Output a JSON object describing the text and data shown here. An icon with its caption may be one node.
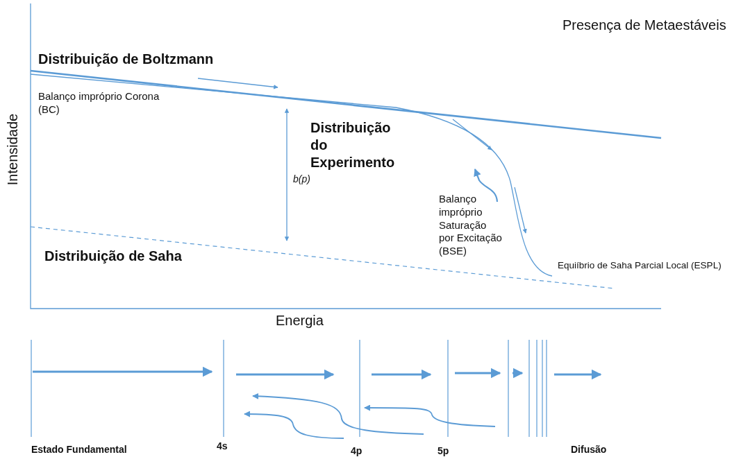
{
  "diagram": {
    "title": "Presença de Metaestáveis",
    "labels": [
      "Intensidade",
      "Distribuição de Boltzmann",
      "Balanço impróprio Corona (BC)",
      "Distribuição do Experimento",
      "b(p)",
      "Balanço impróprio Saturação por Excitação (BSE)",
      "Distribuição de Saha",
      "Equiíbrio de Saha Parcial Local (ESPL)",
      "Energia",
      "Estado Fundamental",
      "4s",
      "4p",
      "5p",
      "Difusão"
    ]
  }
}
